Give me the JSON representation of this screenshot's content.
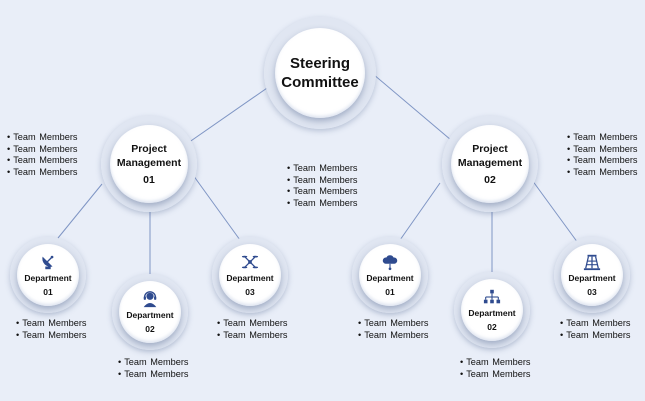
{
  "steering": {
    "line1": "Steering",
    "line2": "Committee"
  },
  "project_management": [
    {
      "line1": "Project",
      "line2": "Management",
      "num": "01"
    },
    {
      "line1": "Project",
      "line2": "Management",
      "num": "02"
    }
  ],
  "departments": [
    {
      "label": "Department",
      "num": "01",
      "icon": "satellite-dish-icon"
    },
    {
      "label": "Department",
      "num": "02",
      "icon": "support-agent-icon"
    },
    {
      "label": "Department",
      "num": "03",
      "icon": "drone-icon"
    },
    {
      "label": "Department",
      "num": "01",
      "icon": "cloud-icon"
    },
    {
      "label": "Department",
      "num": "02",
      "icon": "network-hierarchy-icon"
    },
    {
      "label": "Department",
      "num": "03",
      "icon": "tower-icon"
    }
  ],
  "member_lists": {
    "pm1": [
      "Team Members",
      "Team Members",
      "Team Members",
      "Team Members"
    ],
    "center": [
      "Team Members",
      "Team Members",
      "Team Members",
      "Team Members"
    ],
    "pm2": [
      "Team Members",
      "Team Members",
      "Team Members",
      "Team Members"
    ],
    "d1": [
      "Team Members",
      "Team Members"
    ],
    "d2": [
      "Team Members",
      "Team Members"
    ],
    "d3": [
      "Team Members",
      "Team Members"
    ],
    "d4": [
      "Team Members",
      "Team Members"
    ],
    "d5": [
      "Team Members",
      "Team Members"
    ],
    "d6": [
      "Team Members",
      "Team Members"
    ]
  },
  "colors": {
    "background": "#e9eef8",
    "connector": "#7f95c4",
    "icon": "#2f4b8f"
  }
}
